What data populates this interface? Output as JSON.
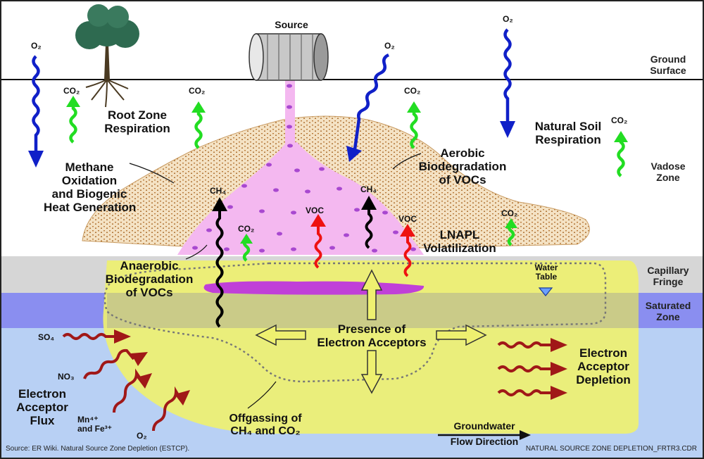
{
  "source_label": "Source",
  "ground_surface": [
    "Ground",
    "Surface"
  ],
  "zones": {
    "vadose": [
      "Vadose",
      "Zone"
    ],
    "capillary": [
      "Capillary",
      "Fringe"
    ],
    "saturated": [
      "Saturated",
      "Zone"
    ]
  },
  "labels": {
    "root_zone": [
      "Root Zone",
      "Respiration"
    ],
    "natural_soil": [
      "Natural Soil",
      "Respiration"
    ],
    "methane": [
      "Methane",
      "Oxidation",
      "and Biogenic",
      "Heat Generation"
    ],
    "aerobic": [
      "Aerobic",
      "Biodegradation",
      "of VOCs"
    ],
    "lnapl": [
      "LNAPL",
      "Volatilization"
    ],
    "anaerobic": [
      "Anaerobic",
      "Biodegradation",
      "of VOCs"
    ],
    "water_table": [
      "Water",
      "Table"
    ],
    "electron_acceptors": [
      "Presence of",
      "Electron Acceptors"
    ],
    "depletion": [
      "Electron",
      "Acceptor",
      "Depletion"
    ],
    "flux": [
      "Electron",
      "Acceptor",
      "Flux"
    ],
    "offgassing": [
      "Offgassing of",
      "CH₄ and CO₂"
    ],
    "groundwater": [
      "Groundwater",
      "Flow Direction"
    ]
  },
  "chem": {
    "o2": "O₂",
    "co2": "CO₂",
    "ch4": "CH₄",
    "voc": "VOC",
    "so4": "SO₄",
    "no3": "NO₃",
    "mn_fe_1": "Mn⁴⁺",
    "mn_fe_2": "and Fe³⁺"
  },
  "footer": {
    "source": "Source: ER Wiki. Natural Source Zone Depletion (ESTCP).",
    "file": "NATURAL SOURCE ZONE DEPLETION_FRTR3.CDR"
  },
  "colors": {
    "o2_arrow": "#1020c8",
    "co2_arrow": "#22dd22",
    "voc_arrow": "#ee1111",
    "ch4_arrow": "#000000",
    "acceptor_arrow": "#a01818",
    "plume": "#f4b8f0",
    "lnapl": "#c040d8",
    "capillary": "#d8d8d8",
    "saturated": "#8a8ef0",
    "groundwater": "#b8d0f4",
    "smear_zone": "#eef070",
    "soil": "#c8965a"
  }
}
